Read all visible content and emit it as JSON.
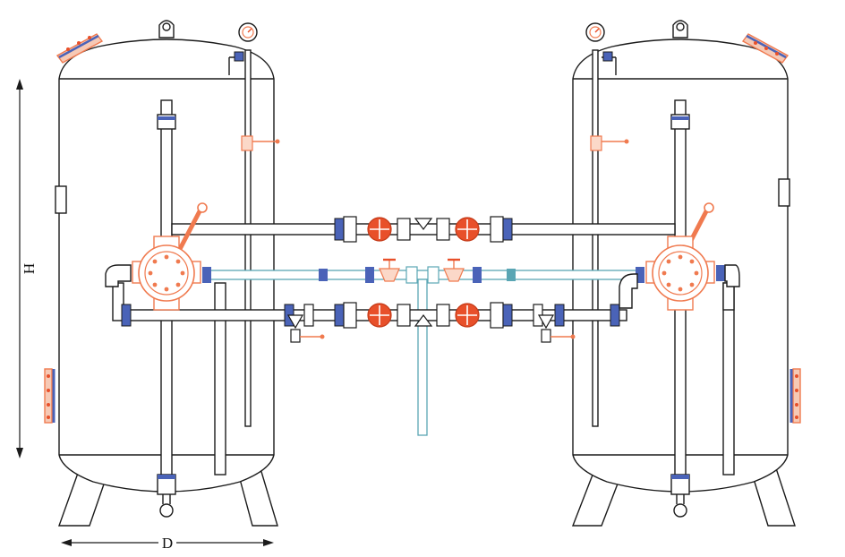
{
  "dimensions": {
    "height_label": "H",
    "diameter_label": "D"
  },
  "colors": {
    "line": "#1b1b1b",
    "valve_orange": "#f07a4f",
    "handwheel_red": "#e8502a",
    "fitting_blue": "#4a63b8",
    "pipe_cyan": "#5aa6b4"
  },
  "components": {
    "tanks": [
      "left-filter-tank",
      "right-filter-tank"
    ],
    "icons": [
      "pressure-gauge-icon",
      "multiport-valve-icon",
      "handwheel-valve-icon",
      "ball-valve-icon",
      "sight-glass-icon",
      "manhole-flange-icon"
    ]
  }
}
